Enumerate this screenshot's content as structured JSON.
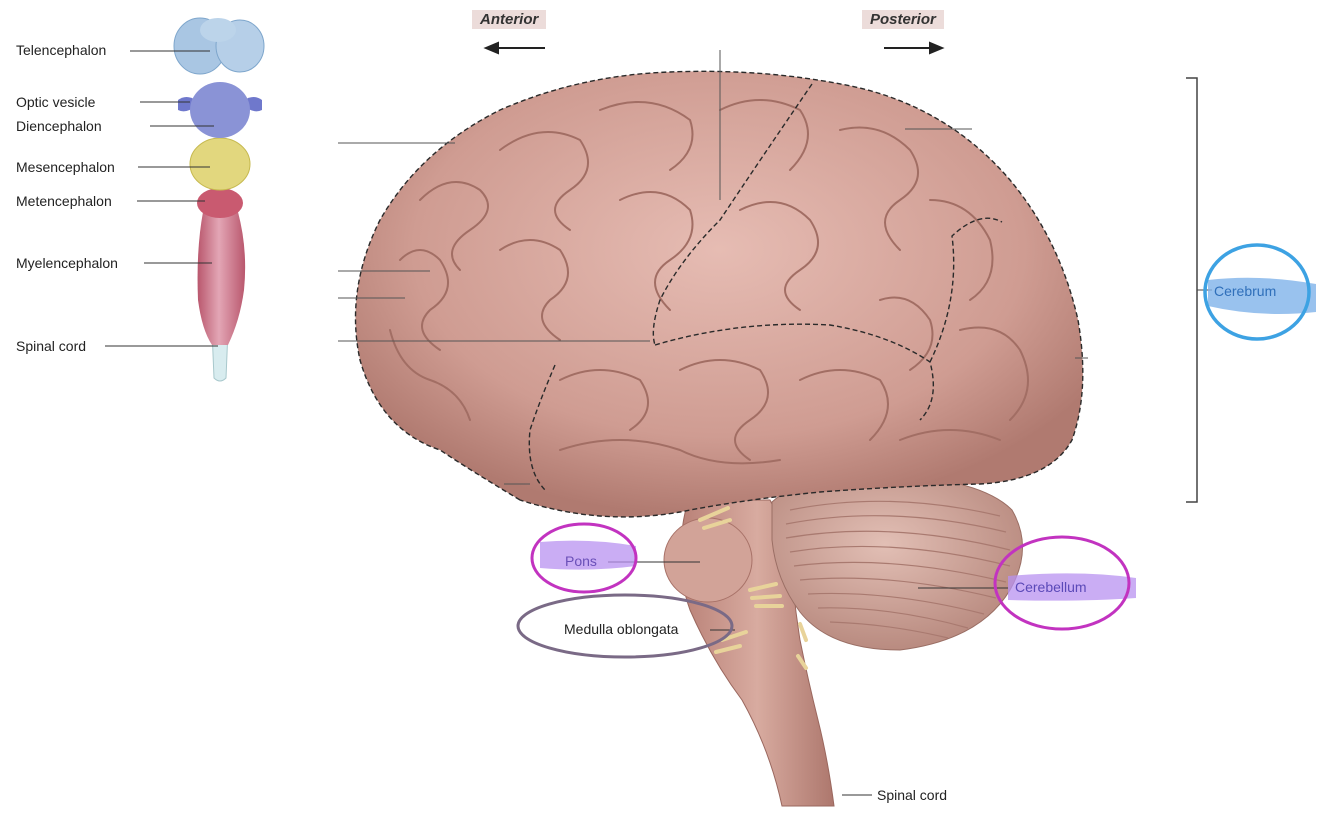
{
  "directions": {
    "anterior": "Anterior",
    "posterior": "Posterior"
  },
  "embryo_labels": {
    "telencephalon": "Telencephalon",
    "optic_vesicle": "Optic vesicle",
    "diencephalon": "Diencephalon",
    "mesencephalon": "Mesencephalon",
    "metencephalon": "Metencephalon",
    "myelencephalon": "Myelencephalon",
    "spinal_cord": "Spinal cord"
  },
  "brain_labels": {
    "pons": "Pons",
    "medulla": "Medulla oblongata",
    "cerebellum": "Cerebellum",
    "cerebrum": "Cerebrum",
    "spinal_cord": "Spinal cord"
  },
  "colors": {
    "telencephalon": "#a9c6e3",
    "diencephalon": "#8a93d6",
    "mesencephalon": "#e2d77e",
    "metencephalon": "#c95a70",
    "myelencephalon": "#cf7d92",
    "spinal_cord": "#d8ecef",
    "brain": "#d6a49a",
    "highlight_purple": "#b892f0",
    "highlight_blue": "#7fb3ea",
    "circle_magenta": "#c233c0",
    "circle_gray": "#7a6a86",
    "circle_blue": "#3da2e3"
  }
}
